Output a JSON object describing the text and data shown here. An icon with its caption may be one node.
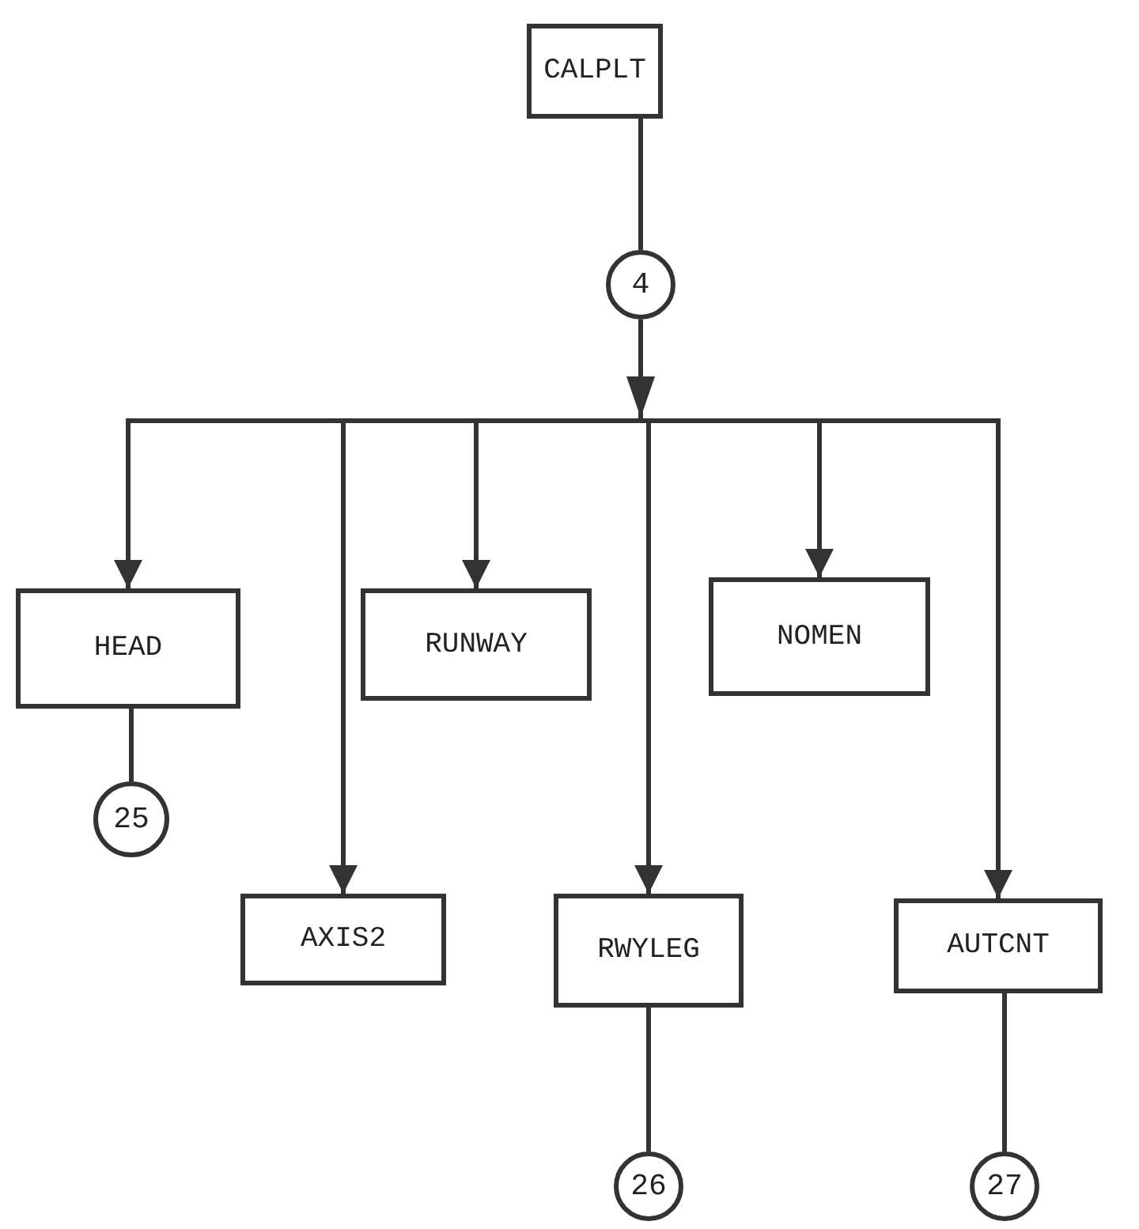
{
  "diagram": {
    "nodes": [
      {
        "text": [
          "CALPLT"
        ]
      },
      {
        "text": [
          "4"
        ]
      },
      {
        "text": [
          "HEAD"
        ]
      },
      {
        "text": [
          "RUNWAY"
        ]
      },
      {
        "text": [
          "NOMEN"
        ]
      },
      {
        "text": [
          "25"
        ]
      },
      {
        "text": [
          "AXIS2"
        ]
      },
      {
        "text": [
          "RWYLEG"
        ]
      },
      {
        "text": [
          "AUTCNT"
        ]
      },
      {
        "text": [
          "26"
        ]
      },
      {
        "text": [
          "27"
        ]
      }
    ],
    "edges": [
      {
        "from": 0,
        "to": 1,
        "arrow": "none"
      },
      {
        "from": 1,
        "to": 2,
        "arrow": "to"
      },
      {
        "from": 1,
        "to": 6,
        "arrow": "to"
      },
      {
        "from": 1,
        "to": 3,
        "arrow": "to"
      },
      {
        "from": 1,
        "to": 7,
        "arrow": "to"
      },
      {
        "from": 1,
        "to": 4,
        "arrow": "to"
      },
      {
        "from": 1,
        "to": 8,
        "arrow": "to"
      },
      {
        "from": 2,
        "to": 5,
        "arrow": "none"
      },
      {
        "from": 7,
        "to": 9,
        "arrow": "none"
      },
      {
        "from": 8,
        "to": 10,
        "arrow": "none"
      }
    ]
  }
}
